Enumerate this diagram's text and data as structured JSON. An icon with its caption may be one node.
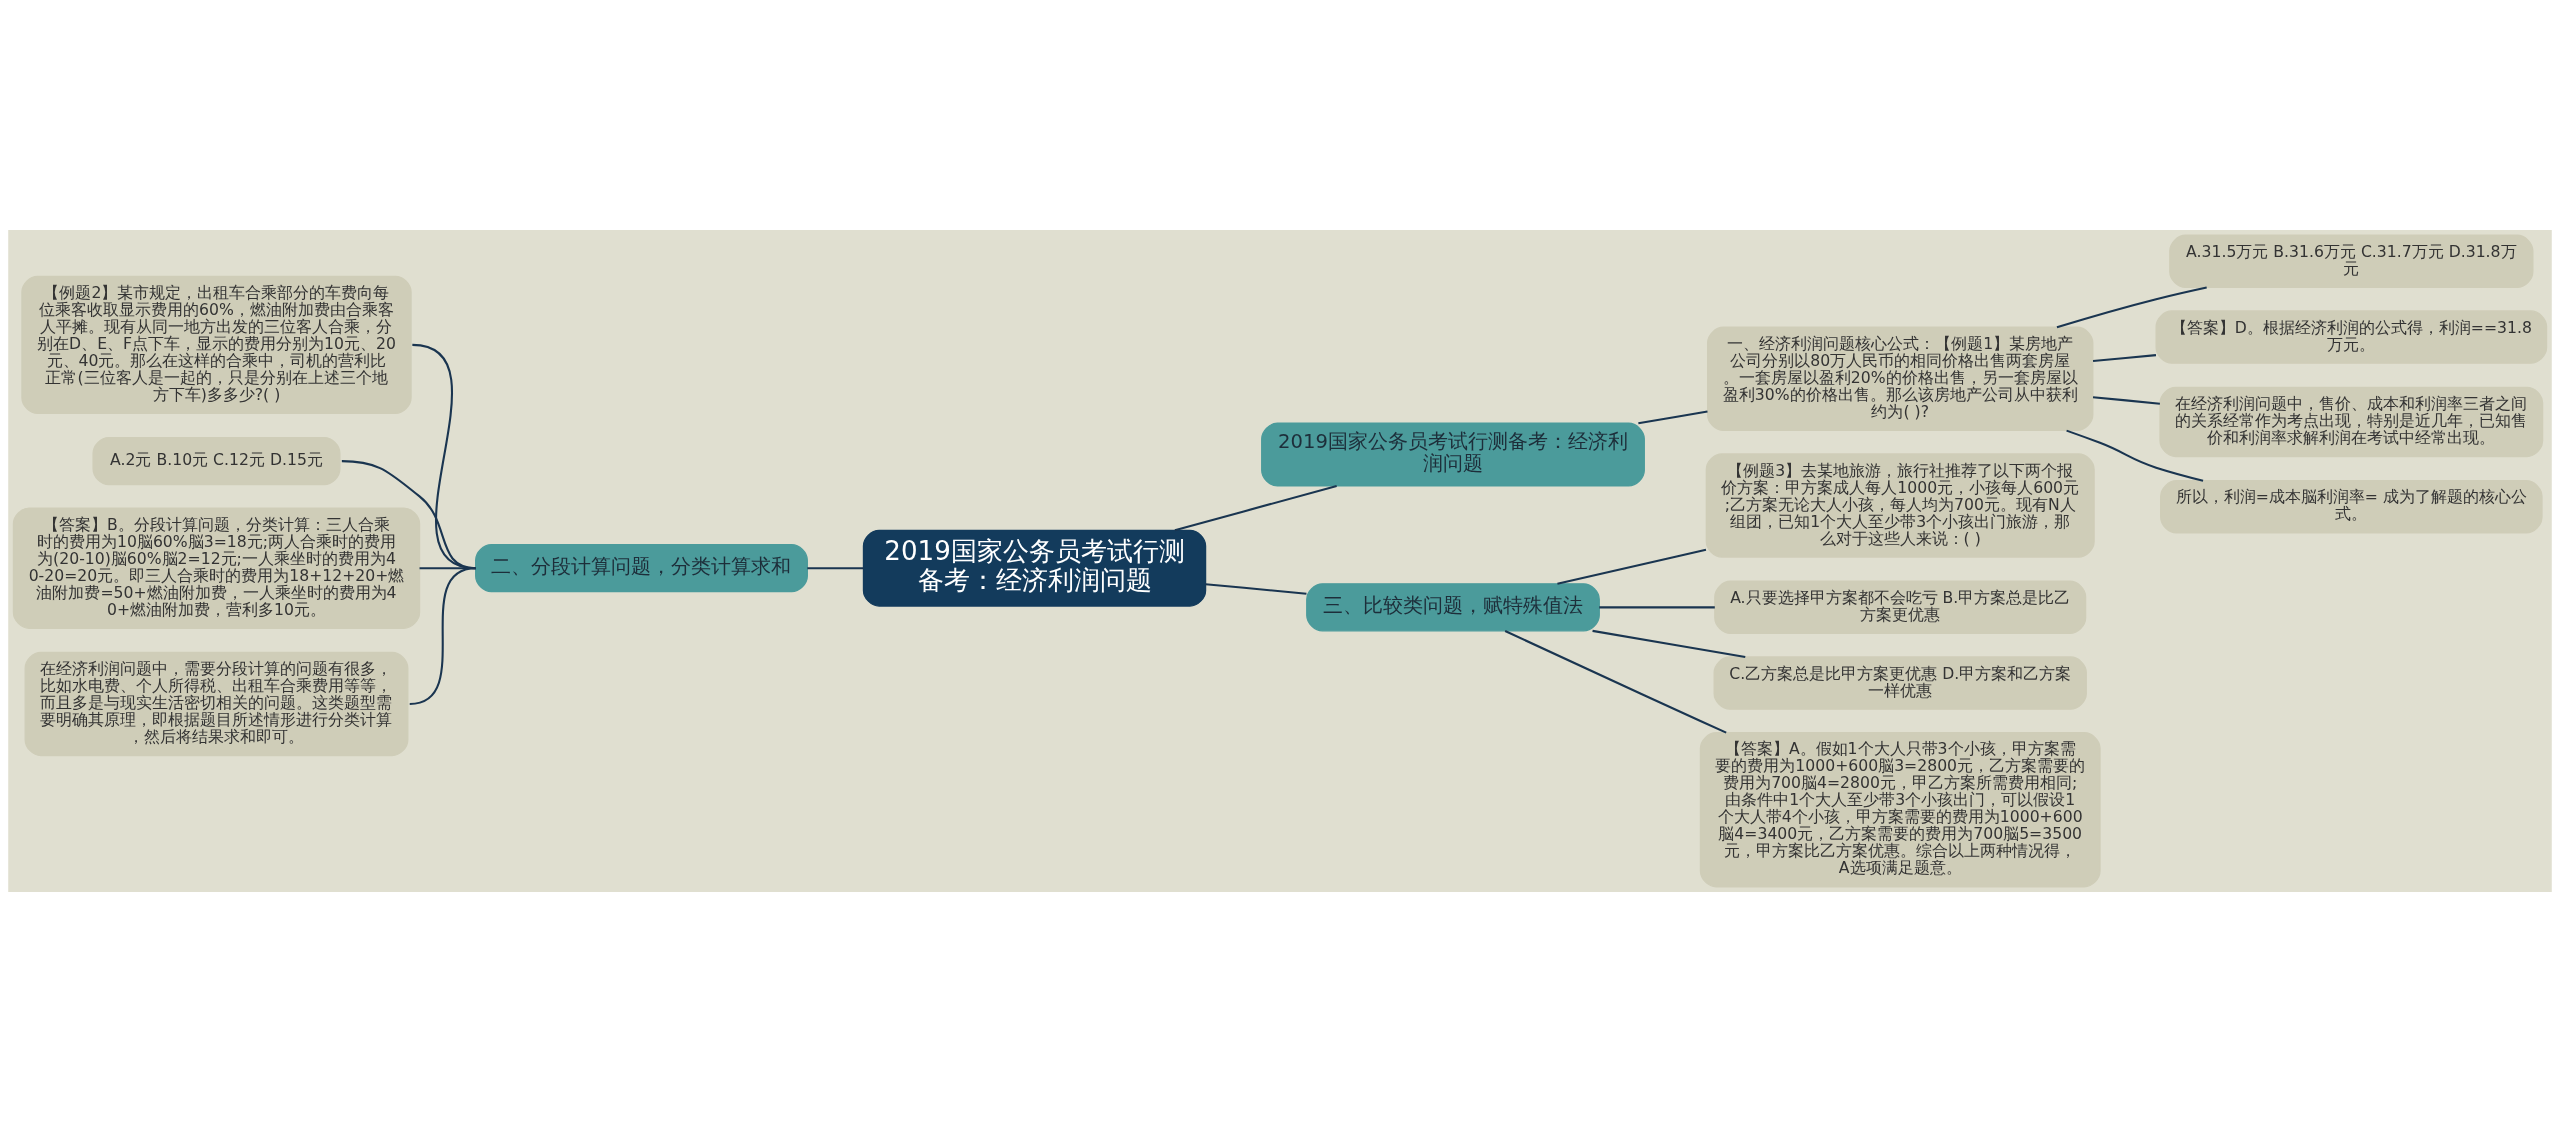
{
  "diagram": {
    "nodes": [
      {
        "text": [
          "2019国家公务员考试行测备考：经济利润问题"
        ]
      },
      {
        "text": [
          "2019国家公务员考试行测备考：经济利润问题"
        ]
      },
      {
        "text": [
          "一、经济利润问题核心公式：【例题1】某房地产公司分别以80万人民币的相同价格出售两套房屋。一套房屋以盈利20%的价格出售，另一套房屋以盈利30%的价格出售。那么该房地产公司从中获利约为( )?"
        ]
      },
      {
        "text": [
          "A.31.5万元 B.31.6万元 C.31.7万元 D.31.8万元"
        ]
      },
      {
        "text": [
          "【答案】D。根据经济利润的公式得，利润==31.8万元。"
        ]
      },
      {
        "text": [
          "在经济利润问题中，售价、成本和利润率三者之间的关系经常作为考点出现，特别是近几年，已知售价和利润率求解利润在考试中经常出现。"
        ]
      },
      {
        "text": [
          "所以，利润=成本脳利润率= 成为了解题的核心公式。"
        ]
      },
      {
        "text": [
          "二、分段计算问题，分类计算求和"
        ]
      },
      {
        "text": [
          "【例题2】某市规定，出租车合乘部分的车费向每位乘客收取显示费用的60%，燃油附加费由合乘客人平摊。现有从同一地方出发的三位客人合乘，分别在D、E、F点下车，显示的费用分别为10元、20元、40元。那么在这样的合乘中，司机的营利比正常(三位客人是一起的，只是分别在上述三个地方下车)多多少?( )"
        ]
      },
      {
        "text": [
          "A.2元 B.10元 C.12元 D.15元"
        ]
      },
      {
        "text": [
          "【答案】B。分段计算问题，分类计算：三人合乘时的费用为10脳60%脳3=18元;两人合乘时的费用为(20-10)脳60%脳2=12元;一人乘坐时的费用为40-20=20元。即三人合乘时的费用为18+12+20+燃油附加费=50+燃油附加费，一人乘坐时的费用为40+燃油附加费，营利多10元。"
        ]
      },
      {
        "text": [
          "在经济利润问题中，需要分段计算的问题有很多，比如水电费、个人所得税、出租车合乘费用等等，而且多是与现实生活密切相关的问题。这类题型需要明确其原理，即根据题目所述情形进行分类计算，然后将结果求和即可。"
        ]
      },
      {
        "text": [
          "三、比较类问题，赋特殊值法"
        ]
      },
      {
        "text": [
          "【例题3】去某地旅游，旅行社推荐了以下两个报价方案：甲方案成人每人1000元，小孩每人600元;乙方案无论大人小孩，每人均为700元。现有N人组团，已知1个大人至少带3个小孩出门旅游，那么对于这些人来说：( )"
        ]
      },
      {
        "text": [
          "A.只要选择甲方案都不会吃亏 B.甲方案总是比乙方案更优惠"
        ]
      },
      {
        "text": [
          "C.乙方案总是比甲方案更优惠 D.甲方案和乙方案一样优惠"
        ]
      },
      {
        "text": [
          "【答案】A。假如1个大人只带3个小孩，甲方案需要的费用为1000+600脳3=2800元，乙方案需要的费用为700脳4=2800元，甲乙方案所需费用相同;由条件中1个大人至少带3个小孩出门，可以假设1个大人带4个小孩，甲方案需要的费用为1000+600脳4=3400元，乙方案需要的费用为700脳5=3500元，甲方案比乙方案优惠。综合以上两种情况得，A选项满足题意。"
        ]
      }
    ],
    "edges": [
      {
        "from": 0,
        "to": 1,
        "arrow": "none"
      },
      {
        "from": 1,
        "to": 2,
        "arrow": "none"
      },
      {
        "from": 2,
        "to": 3,
        "arrow": "none"
      },
      {
        "from": 2,
        "to": 4,
        "arrow": "none"
      },
      {
        "from": 2,
        "to": 5,
        "arrow": "none"
      },
      {
        "from": 2,
        "to": 6,
        "arrow": "none"
      },
      {
        "from": 0,
        "to": 7,
        "arrow": "none"
      },
      {
        "from": 7,
        "to": 8,
        "arrow": "none"
      },
      {
        "from": 7,
        "to": 9,
        "arrow": "none"
      },
      {
        "from": 7,
        "to": 10,
        "arrow": "none"
      },
      {
        "from": 7,
        "to": 11,
        "arrow": "none"
      },
      {
        "from": 0,
        "to": 12,
        "arrow": "none"
      },
      {
        "from": 12,
        "to": 13,
        "arrow": "none"
      },
      {
        "from": 12,
        "to": 14,
        "arrow": "none"
      },
      {
        "from": 12,
        "to": 15,
        "arrow": "none"
      },
      {
        "from": 12,
        "to": 16,
        "arrow": "none"
      }
    ]
  }
}
